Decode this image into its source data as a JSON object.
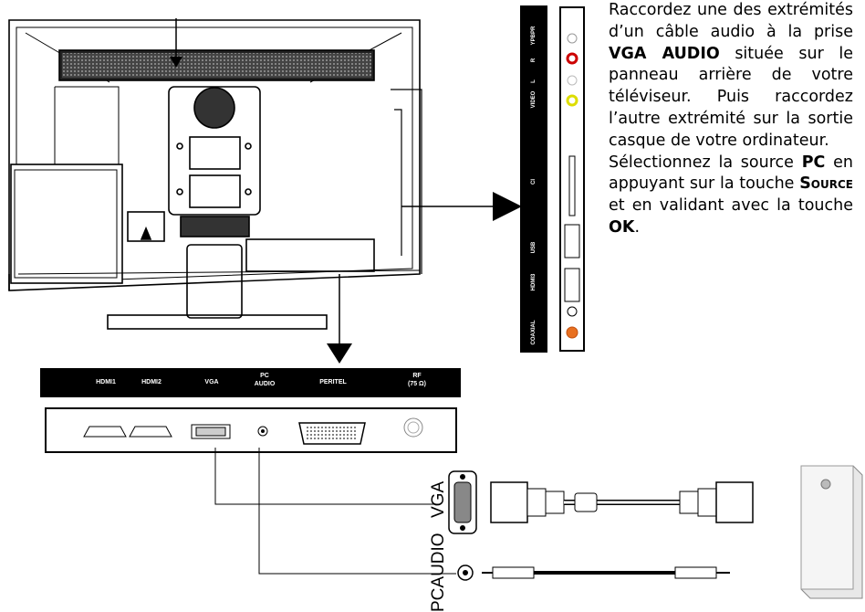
{
  "description": {
    "p1_a": "Raccordez une des extrémités d’un câble audio à la prise ",
    "p1_b": "VGA AUDIO",
    "p1_c": " située sur le panneau arrière de votre téléviseur. Puis raccordez l’autre extrémité sur la sortie casque de votre ordinateur.",
    "p2_a": "Sélectionnez la source ",
    "p2_b": "PC",
    "p2_c": " en appuyant sur la touche ",
    "p2_d": "Source",
    "p2_e": " et en validant avec la touche ",
    "p2_f": "OK",
    "p2_g": "."
  },
  "bottom_panel": {
    "hdmi1": "HDMI1",
    "hdmi2": "HDMI2",
    "vga": "VGA",
    "pc_audio_1": "PC",
    "pc_audio_2": "AUDIO",
    "peritel": "PERITEL",
    "rf_1": "RF",
    "rf_2": "(75 Ω)"
  },
  "side_panel": {
    "ypbpr": "YPBPR",
    "r": "R",
    "l": "L",
    "video": "VIDEO",
    "ci": "CI",
    "usb": "USB",
    "hdmi3": "HDMI3",
    "coaxial": "COAXIAL"
  },
  "cable_labels": {
    "vga": "VGA",
    "pcaudio": "PCAUDIO"
  }
}
